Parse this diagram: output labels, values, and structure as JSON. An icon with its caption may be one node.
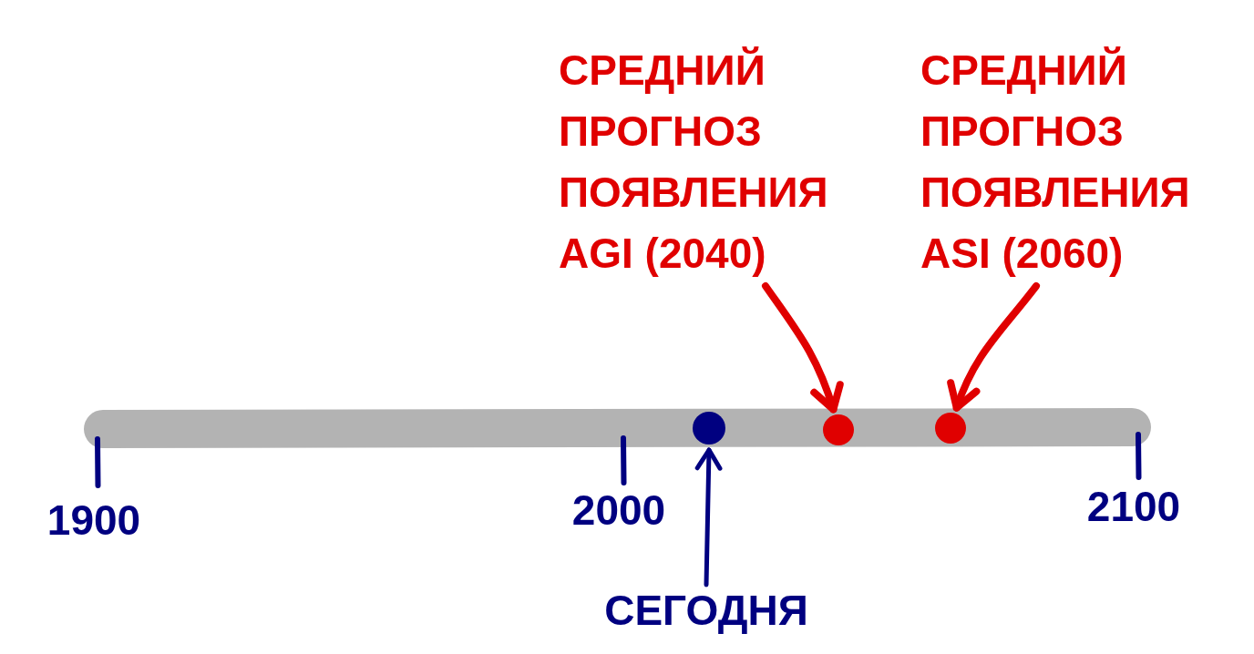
{
  "diagram": {
    "nodes": [
      {
        "text": [
          "СРЕДНИЙ ПРОГНОЗ ПОЯВЛЕНИЯ AGI (2040)"
        ]
      },
      {
        "text": [
          "СРЕДНИЙ ПРОГНОЗ ПОЯВЛЕНИЯ ASI (2060)"
        ]
      },
      {
        "text": [],
        "shape": "circle"
      },
      {
        "text": [],
        "shape": "circle"
      },
      {
        "text": [],
        "shape": "circle"
      },
      {
        "text": [
          "СЕГОДНЯ"
        ]
      }
    ],
    "edges": [
      {
        "from": 0,
        "to": 3,
        "arrow": "to"
      },
      {
        "from": 1,
        "to": 4,
        "arrow": "to"
      },
      {
        "from": 5,
        "to": 2,
        "arrow": "to",
        "color": "#000080"
      }
    ],
    "labels": [
      "1900",
      "2000",
      "2100"
    ]
  }
}
